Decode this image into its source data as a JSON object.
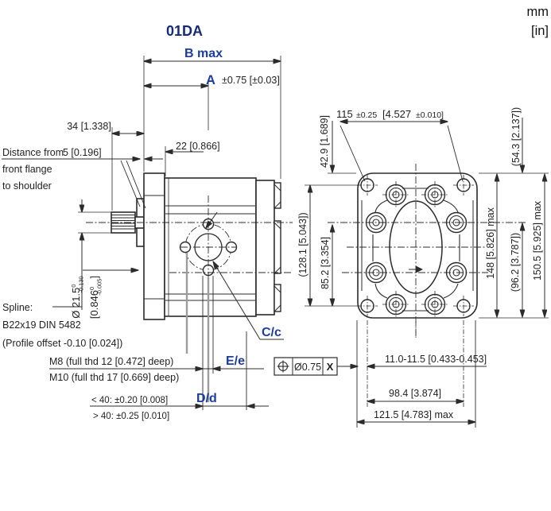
{
  "units": {
    "mm": "mm",
    "in": "[in]"
  },
  "title": "01DA",
  "side": {
    "b_max": "B max",
    "a": "A",
    "a_tol": "±0.75 [±0.03]",
    "d34": "34 [1.338]",
    "d5": "5 [0.196]",
    "d22": "22 [0.866]",
    "note1": "Distance from",
    "note2": "front flange",
    "note3": "to shoulder",
    "dia_mm": "Ø 21.5",
    "dia_mm_hi": "0",
    "dia_mm_lo": "-0.130",
    "dia_in": "[0.846",
    "dia_in_hi": "0",
    "dia_in_lo": "-0.005",
    "dia_in_close": "]",
    "spline1": "Spline:",
    "spline2": "B22x19 DIN 5482",
    "spline3": "(Profile offset -0.10 [0.024])",
    "m8": "M8 (full thd 12 [0.472] deep)",
    "m10": "M10 (full thd 17 [0.669] deep)",
    "cc": "C/c",
    "ee": "E/e",
    "dd": "D/d",
    "tol_lt": "< 40: ±0.20 [0.008]",
    "tol_gt": "> 40: ±0.25 [0.010]"
  },
  "front": {
    "d115": "115",
    "d115_tol": "±0.25",
    "d115_in": "[4.527",
    "d115_in_tol": "±0.010]",
    "d42": "42.9 [1.689]",
    "d54": "(54.3 [2.137])",
    "d128": "(128.1 [5.043])",
    "d85": "85.2 [3.354]",
    "d148": "148 [5.826] max",
    "d96": "(96.2 [3.787])",
    "d150": "150.5 [5.925] max",
    "d11": "11.0-11.5 [0.433-0.453]",
    "d98": "98.4 [3.874]",
    "d121": "121.5 [4.783] max",
    "fcf_symbol_icon": "position-tolerance-icon",
    "fcf_tol": "Ø0.75",
    "fcf_datum": "X"
  },
  "colors": {
    "label_blue": "#1c3d9c",
    "title_navy": "#172a74",
    "line": "#2b2b2b",
    "leader_gray": "#9c9c9c"
  }
}
